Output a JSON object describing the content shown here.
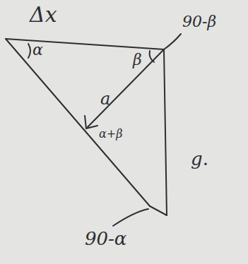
{
  "diagram": {
    "labels": [
      "Δx",
      "α",
      "β",
      "90-β",
      "a",
      "α+β",
      "g.",
      "90-α"
    ]
  }
}
